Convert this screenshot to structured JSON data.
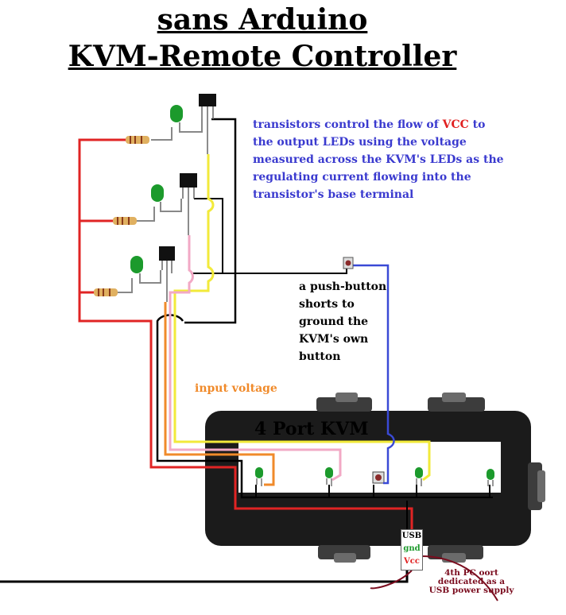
{
  "title": {
    "line1": "sans Arduino",
    "line2": "KVM-Remote Controller"
  },
  "notes": {
    "transistor_pre": "transistors control the flow of ",
    "transistor_vcc": "VCC",
    "transistor_post": " to the output LEDs using the voltage measured across the KVM's LEDs as the regulating current flowing into the transistor's base terminal",
    "push_button": "a push-button shorts to ground the KVM's own button",
    "input_voltage": "input voltage",
    "usb_power": "4th PC oort dedicated as a USB power supply"
  },
  "kvm": {
    "label": "4 Port KVM",
    "usb_label": "USB",
    "gnd_label": "gnd",
    "vcc_label": "Vcc"
  },
  "colors": {
    "vcc_wire": "#e02424",
    "ground_wire": "#000000",
    "signal_yellow": "#f2ea3a",
    "signal_pink": "#f2a9c5",
    "signal_orange": "#f08a2a",
    "push_wire": "#3a4ad6",
    "usb_wire": "#7a0c1e",
    "led_green": "#1c9a2c",
    "text_blue": "#3a3acf"
  }
}
